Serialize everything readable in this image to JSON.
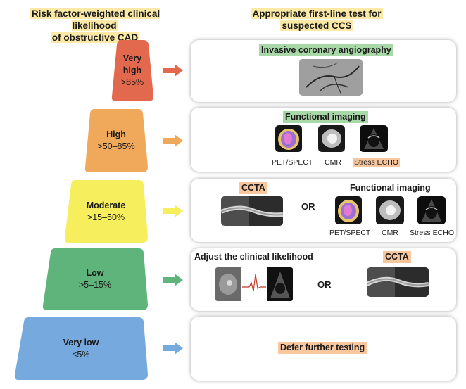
{
  "headers": {
    "left_line1": "Risk factor-weighted clinical likelihood",
    "left_line2": "of obstructive CAD",
    "right_line1": "Appropriate first-line test for",
    "right_line2": "suspected CCS"
  },
  "colors": {
    "very_high": "#e2694e",
    "high": "#f0a95a",
    "moderate": "#f6ee5c",
    "low": "#5fb47c",
    "very_low": "#76a9dd",
    "green_highlight": "#a8d8a8",
    "orange_highlight": "#f9c79e",
    "header_highlight": "#fde9a6"
  },
  "tiers": [
    {
      "level_line1": "Very",
      "level_line2": "high",
      "range": ">85%",
      "test": {
        "title": "Invasive coronary angiography",
        "image": "angiography-image"
      }
    },
    {
      "level_line1": "High",
      "range": ">50–85%",
      "test": {
        "title": "Functional imaging",
        "images": [
          "pet-spect-image",
          "cmr-image",
          "stress-echo-image"
        ],
        "captions": [
          "PET/SPECT",
          "CMR",
          "Stress ECHO"
        ]
      }
    },
    {
      "level_line1": "Moderate",
      "range": ">15–50%",
      "test": {
        "option_a": "CCTA",
        "or": "OR",
        "option_b": "Functional imaging",
        "captions": [
          "PET/SPECT",
          "CMR",
          "Stress ECHO"
        ]
      }
    },
    {
      "level_line1": "Low",
      "range": ">5–15%",
      "test": {
        "option_a": "Adjust the clinical likelihood",
        "or": "OR",
        "option_b": "CCTA"
      }
    },
    {
      "level_line1": "Very low",
      "range": "≤5%",
      "test": {
        "title": "Defer further testing"
      }
    }
  ]
}
